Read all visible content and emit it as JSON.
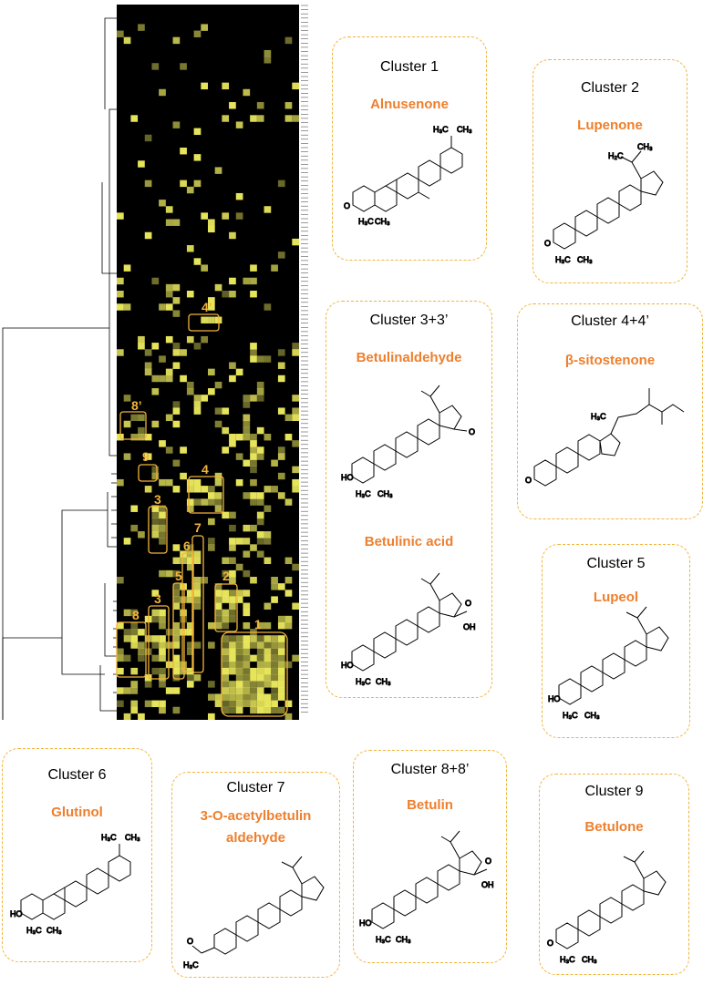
{
  "colors": {
    "accent": "#ee7f2d",
    "box_border": "#f2b43a",
    "heatmap_bg": "#000000",
    "heatmap_high": "#f2f060",
    "cluster_label": "#f2b43a"
  },
  "heatmap": {
    "region_labels": [
      "4’",
      "8’",
      "9",
      "4",
      "3",
      "7",
      "6",
      "5",
      "2",
      "3",
      "8",
      "1"
    ]
  },
  "clusters": [
    {
      "title": "Cluster 1",
      "compounds": [
        "Alnusenone"
      ]
    },
    {
      "title": "Cluster 2",
      "compounds": [
        "Lupenone"
      ]
    },
    {
      "title": "Cluster 3+3’",
      "compounds": [
        "Betulinaldehyde",
        "Betulinic acid"
      ]
    },
    {
      "title": "Cluster 4+4’",
      "compounds": [
        "β-sitostenone"
      ]
    },
    {
      "title": "Cluster 5",
      "compounds": [
        "Lupeol"
      ]
    },
    {
      "title": "Cluster 6",
      "compounds": [
        "Glutinol"
      ]
    },
    {
      "title": "Cluster 7",
      "compounds": [
        "3-O-acetylbetulin aldehyde"
      ]
    },
    {
      "title": "Cluster 8+8’",
      "compounds": [
        "Betulin"
      ]
    },
    {
      "title": "Cluster 9",
      "compounds": [
        "Betulone"
      ]
    }
  ]
}
